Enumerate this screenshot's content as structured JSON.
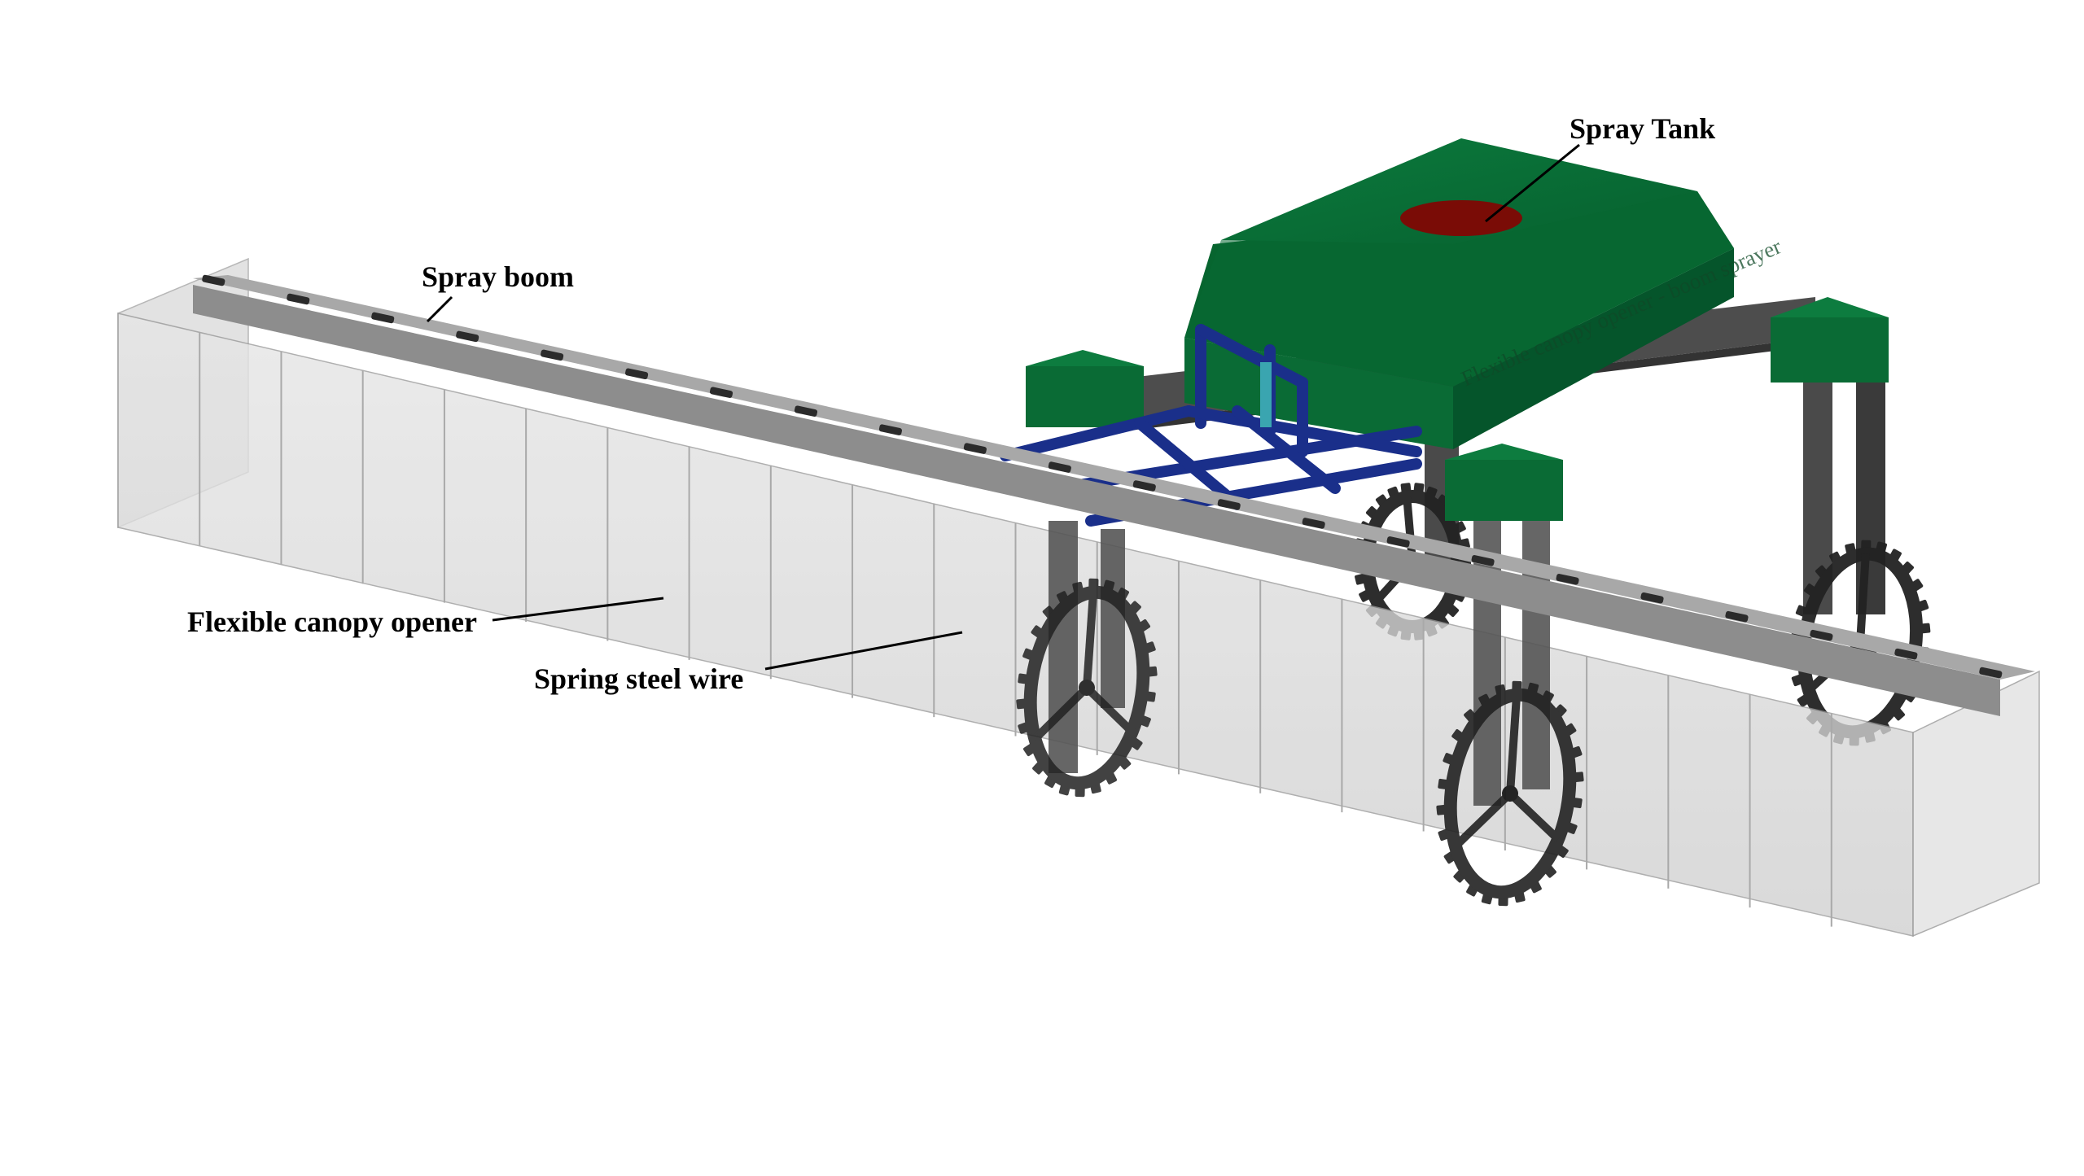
{
  "labels": {
    "spray_tank": "Spray Tank",
    "spray_boom": "Spray boom",
    "canopy_opener": "Flexible canopy opener",
    "spring_wire": "Spring steel wire",
    "tank_engraving": "Flexible canopy opener - boom sprayer"
  },
  "colors": {
    "tank_green": "#0a6b35",
    "tank_green_dark": "#06502a",
    "tank_opening": "#7a0c06",
    "frame_blue": "#1a2f8a",
    "boom_gray": "#8d8d8d",
    "opener_panel": "#dcdcdc",
    "wheel_black": "#222222",
    "leg_gray": "#555555"
  },
  "components": {
    "nozzle_count": 22,
    "wheel_count": 4,
    "opener_panel_count": 22
  }
}
